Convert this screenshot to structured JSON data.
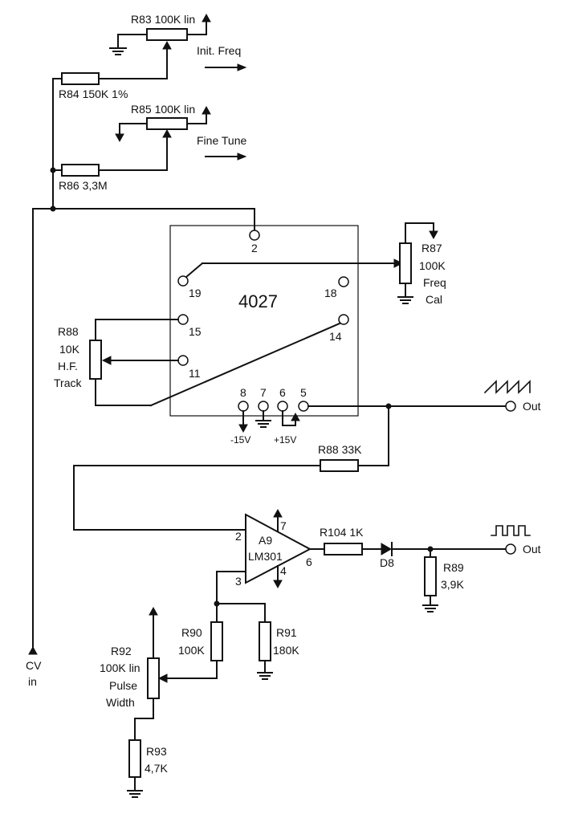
{
  "components": {
    "r83": {
      "name": "R83",
      "value": "100K lin"
    },
    "init_freq": "Init. Freq",
    "r84": {
      "name": "R84",
      "value": "150K 1%"
    },
    "r85": {
      "name": "R85",
      "value": "100K lin"
    },
    "fine_tune": "Fine Tune",
    "r86": {
      "name": "R86",
      "value": "3,3M"
    },
    "r87": {
      "name": "R87",
      "value": "100K",
      "line3": "Freq",
      "line4": "Cal"
    },
    "ic4027": {
      "name": "4027",
      "pins": [
        "2",
        "19",
        "18",
        "15",
        "14",
        "11",
        "8",
        "7",
        "6",
        "5"
      ]
    },
    "r88_track": {
      "name": "R88",
      "value": "10K",
      "line3": "H.F.",
      "line4": "Track"
    },
    "supply_neg": "-15V",
    "supply_pos": "+15V",
    "out_saw": "Out",
    "r88_33k": {
      "name": "R88",
      "value": "33K"
    },
    "a9": {
      "name": "A9",
      "part": "LM301",
      "pins": [
        "2",
        "3",
        "6",
        "7",
        "4"
      ]
    },
    "r104": {
      "name": "R104",
      "value": "1K"
    },
    "d8": "D8",
    "out_pulse": "Out",
    "r89": {
      "name": "R89",
      "value": "3,9K"
    },
    "r90": {
      "name": "R90",
      "value": "100K"
    },
    "r91": {
      "name": "R91",
      "value": "180K"
    },
    "r92": {
      "name": "R92",
      "value": "100K lin",
      "line3": "Pulse",
      "line4": "Width"
    },
    "r93": {
      "name": "R93",
      "value": "4,7K"
    },
    "cv_in": {
      "line1": "CV",
      "line2": "in"
    }
  }
}
